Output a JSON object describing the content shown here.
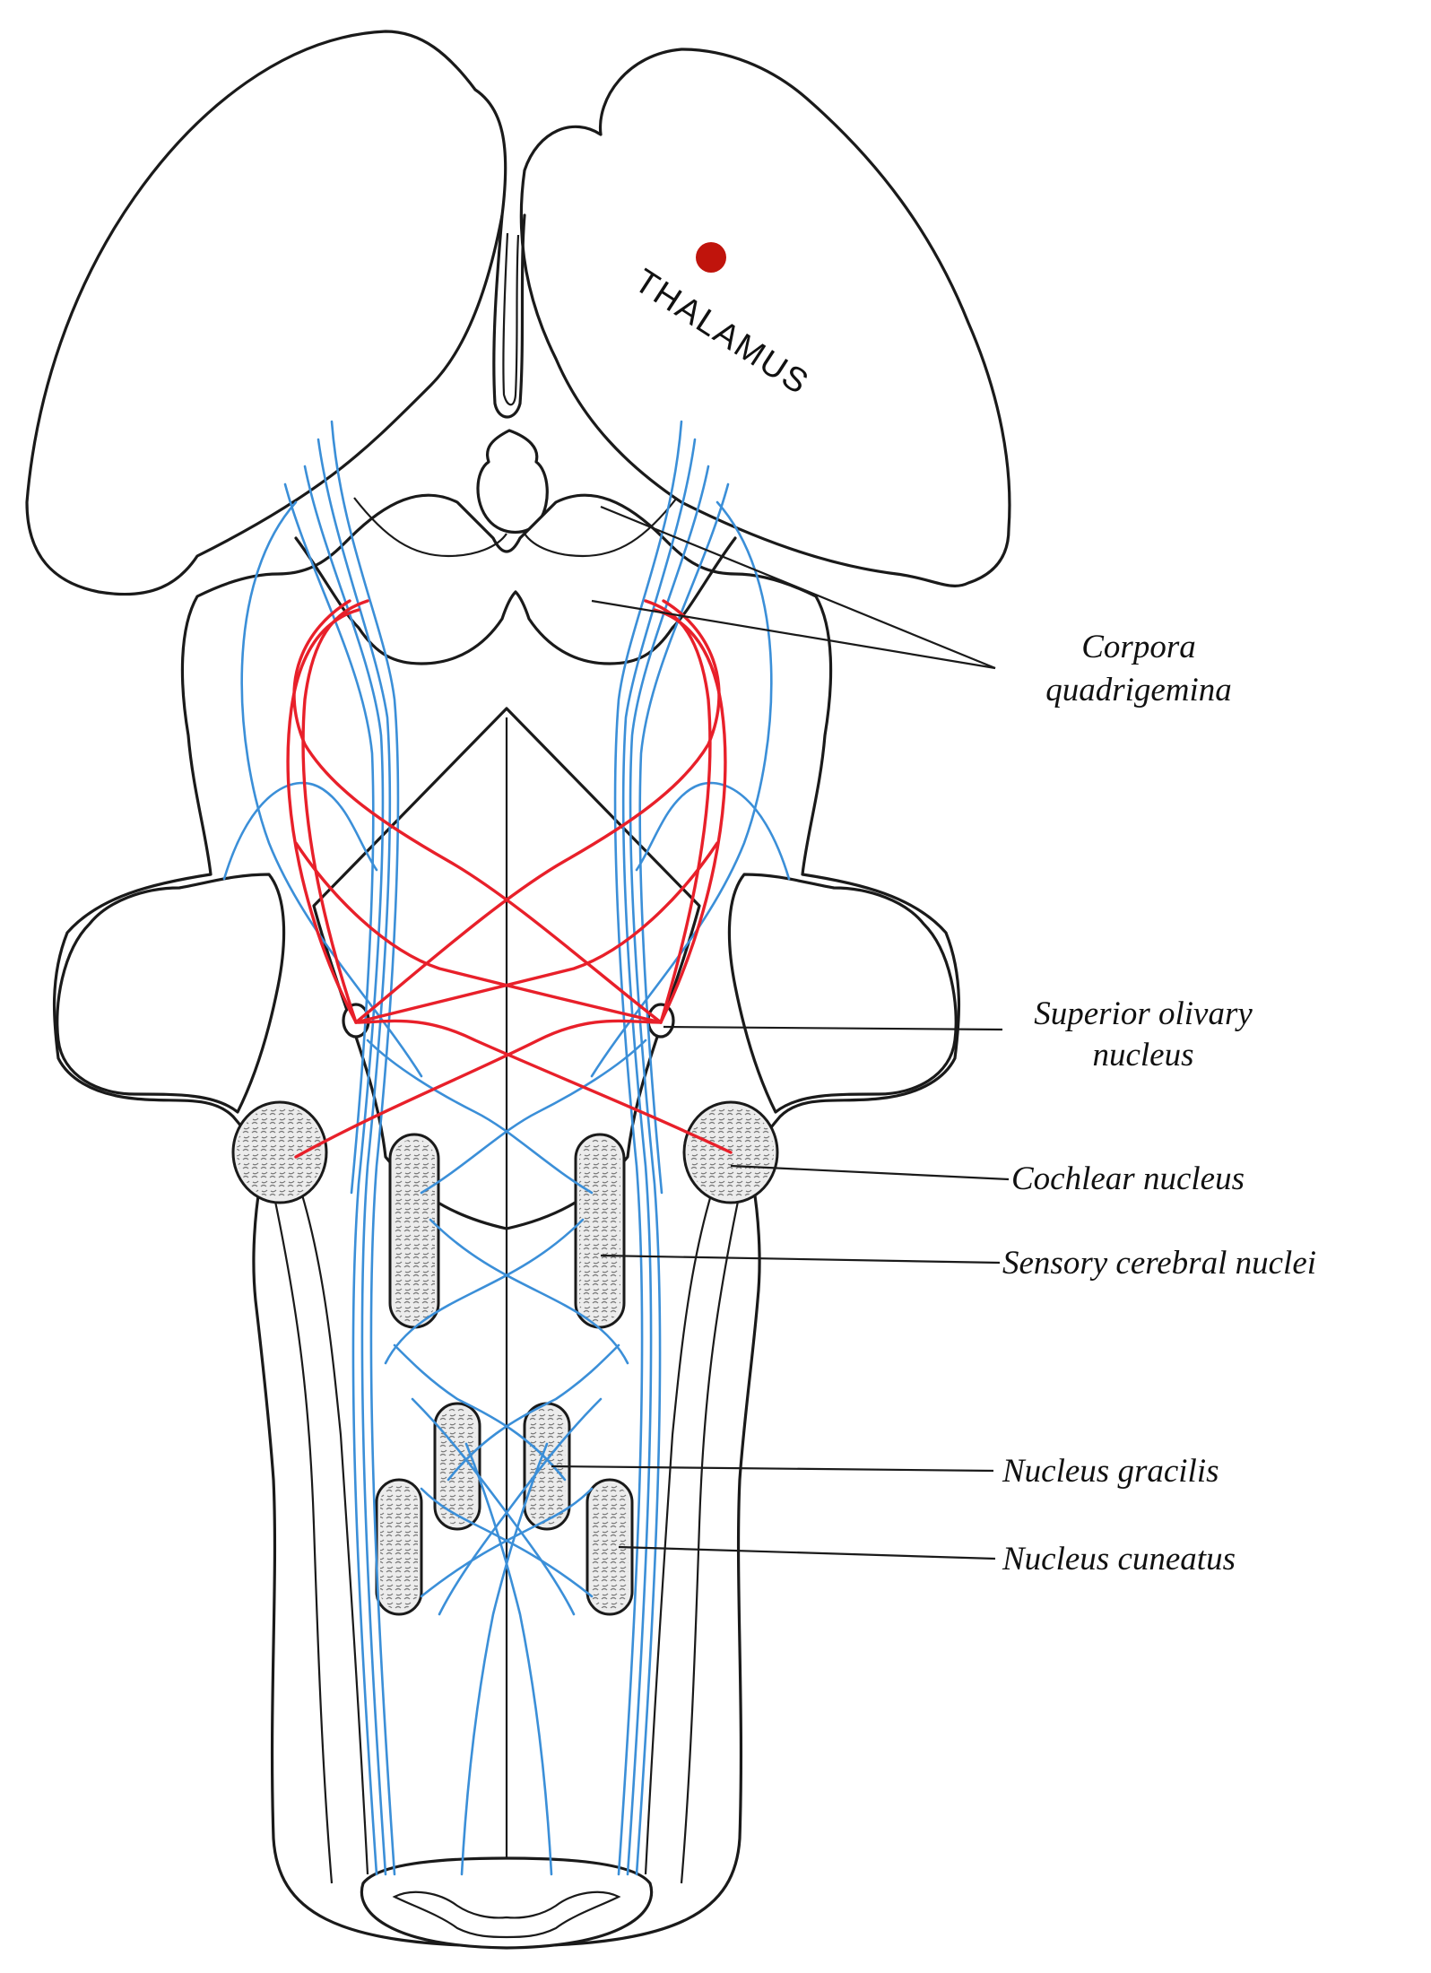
{
  "thalamus_label": "THALAMUS",
  "labels": {
    "corpora": [
      "Corpora",
      "quadrigemina"
    ],
    "olivary": [
      "Superior olivary",
      "nucleus"
    ],
    "cochlear": "Cochlear nucleus",
    "sensory": "Sensory cerebral nuclei",
    "gracilis": "Nucleus gracilis",
    "cuneatus": "Nucleus cuneatus"
  },
  "colors": {
    "outline": "#1a1a1a",
    "auditory_path": "#e8202a",
    "sensory_path": "#3b8fd8",
    "marker": "#c0140c"
  }
}
